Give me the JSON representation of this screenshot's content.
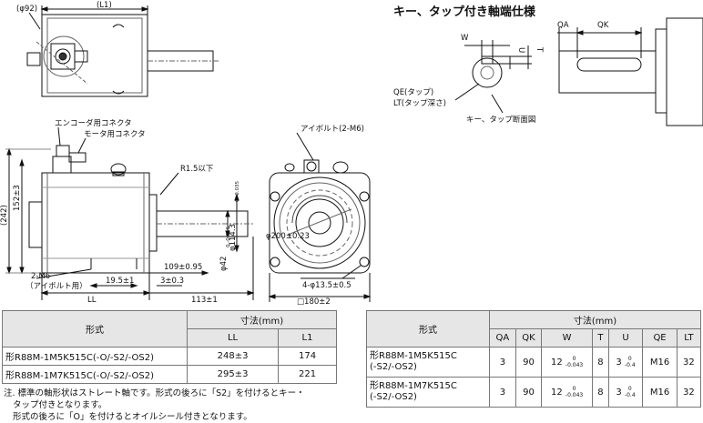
{
  "header": {
    "title": "キー、タップ付き軸端仕様"
  },
  "drawing": {
    "top_view": {
      "phi92": "(φ92)",
      "l1": "(L1)"
    },
    "side_view": {
      "encoder_connector": "エンコーダ用コネクタ",
      "motor_connector": "モータ用コネクタ",
      "r15": "R1.5以下",
      "dim152": "152±3",
      "dim242": "(242)",
      "phi114": "φ114.3",
      "phi114_tol": "0\n-0.035",
      "phi42": "φ42",
      "phi42_tol": "0\n-0.016",
      "dim109": "109±0.95",
      "dim3": "3±0.3",
      "dim195": "19.5±1",
      "m6": "2-M6",
      "eyebolt": "（アイボルト用）",
      "ll": "LL",
      "dim113": "113±1"
    },
    "front_view": {
      "eyebolt_label": "アイボルト(2-M6)",
      "phi200": "φ200±0.23",
      "holes": "4-φ13.5±0.5",
      "square": "□180±2"
    },
    "key_detail": {
      "w": "W",
      "u": "U",
      "t": "T",
      "qa": "QA",
      "qk": "QK",
      "qe": "QE(タップ)",
      "lt": "LT(タップ深さ)",
      "section": "キー、タップ断面図"
    }
  },
  "table1": {
    "model_header": "形式",
    "dim_header": "寸法(mm)",
    "cols": [
      "LL",
      "L1"
    ],
    "rows": [
      {
        "model": "形R88M-1M5K515C(-O/-S2/-OS2)",
        "ll": "248±3",
        "l1": "174"
      },
      {
        "model": "形R88M-1M7K515C(-O/-S2/-OS2)",
        "ll": "295±3",
        "l1": "221"
      }
    ]
  },
  "table2": {
    "model_header": "形式",
    "dim_header": "寸法(mm)",
    "cols": [
      "QA",
      "QK",
      "W",
      "T",
      "U",
      "QE",
      "LT"
    ],
    "rows": [
      {
        "model1": "形R88M-1M5K515C",
        "model2": "(-S2/-OS2)",
        "qa": "3",
        "qk": "90",
        "w": "12",
        "w_tol": "0\n-0.043",
        "t": "8",
        "u": "3",
        "u_tol": "0\n-0.4",
        "qe": "M16",
        "lt": "32"
      },
      {
        "model1": "形R88M-1M7K515C",
        "model2": "(-S2/-OS2)",
        "qa": "3",
        "qk": "90",
        "w": "12",
        "w_tol": "0\n-0.043",
        "t": "8",
        "u": "3",
        "u_tol": "0\n-0.4",
        "qe": "M16",
        "lt": "32"
      }
    ]
  },
  "notes": {
    "line1": "注. 標準の軸形状はストレート軸です。形式の後ろに「S2」を付けるとキー・",
    "line2": "タップ付きとなります。",
    "line3": "形式の後ろに「O」を付けるとオイルシール付きとなります。"
  }
}
